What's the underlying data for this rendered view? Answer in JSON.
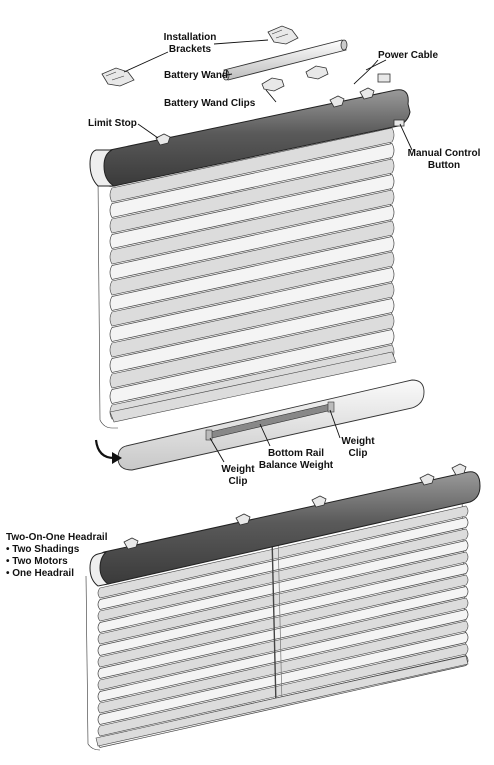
{
  "labels": {
    "installation_brackets_l1": "Installation",
    "installation_brackets_l2": "Brackets",
    "battery_wand": "Battery Wand",
    "power_cable": "Power Cable",
    "battery_wand_clips": "Battery Wand Clips",
    "limit_stop": "Limit Stop",
    "manual_control_l1": "Manual Control",
    "manual_control_l2": "Button",
    "weight_clip_right_l1": "Weight",
    "weight_clip_right_l2": "Clip",
    "bottom_rail_l1": "Bottom Rail",
    "bottom_rail_l2": "Balance Weight",
    "weight_clip_left_l1": "Weight",
    "weight_clip_left_l2": "Clip",
    "two_on_one_title": "Two-On-One Headrail",
    "two_on_one_items": [
      "• Two Shadings",
      "• Two Motors",
      "• One Headrail"
    ]
  }
}
